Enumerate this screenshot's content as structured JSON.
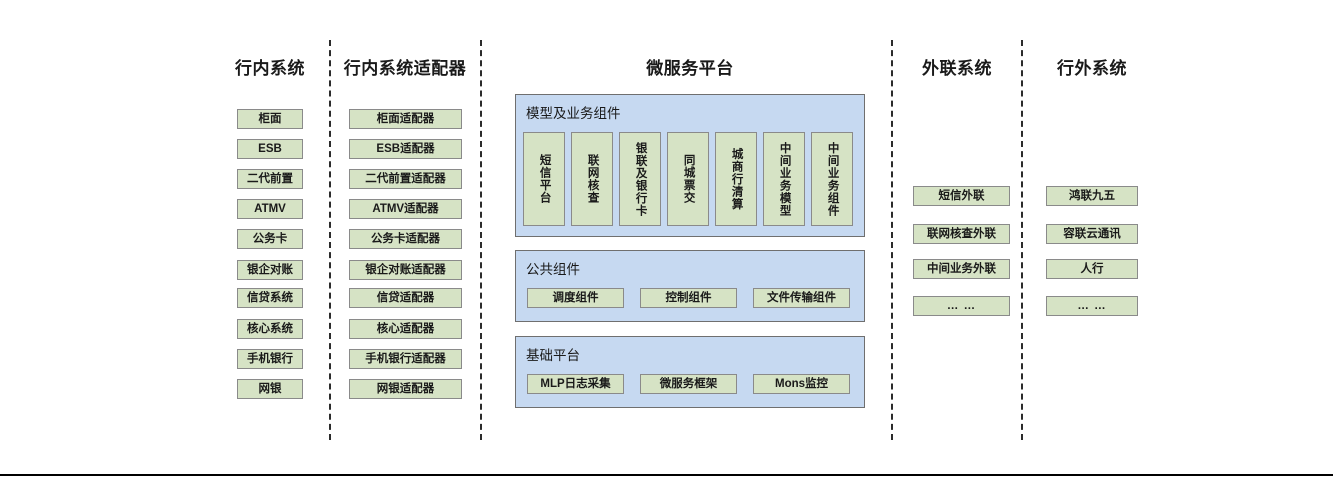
{
  "diagram": {
    "columns": [
      {
        "id": "in-bank-systems",
        "title": "行内系统",
        "items": [
          "柜面",
          "ESB",
          "二代前置",
          "ATMV",
          "公务卡",
          "银企对账",
          "信贷系统",
          "核心系统",
          "手机银行",
          "网银"
        ]
      },
      {
        "id": "in-bank-adapters",
        "title": "行内系统适配器",
        "items": [
          "柜面适配器",
          "ESB适配器",
          "二代前置适配器",
          "ATMV适配器",
          "公务卡适配器",
          "银企对账适配器",
          "信贷适配器",
          "核心适配器",
          "手机银行适配器",
          "网银适配器"
        ]
      },
      {
        "id": "microservice-platform",
        "title": "微服务平台",
        "panels": [
          {
            "id": "model-business-components",
            "title": "模型及业务组件",
            "orientation": "vertical",
            "items": [
              "短信平台",
              "联网核查",
              "银联及银行卡",
              "同城票交",
              "城商行清算",
              "中间业务模型",
              "中间业务组件"
            ]
          },
          {
            "id": "public-components",
            "title": "公共组件",
            "orientation": "horizontal",
            "items": [
              "调度组件",
              "控制组件",
              "文件传输组件"
            ]
          },
          {
            "id": "base-platform",
            "title": "基础平台",
            "orientation": "horizontal",
            "items": [
              "MLP日志采集",
              "微服务框架",
              "Mons监控"
            ]
          }
        ]
      },
      {
        "id": "external-link-systems",
        "title": "外联系统",
        "items": [
          "短信外联",
          "联网核查外联",
          "中间业务外联",
          "… …"
        ]
      },
      {
        "id": "off-bank-systems",
        "title": "行外系统",
        "items": [
          "鸿联九五",
          "容联云通讯",
          "人行",
          "… …"
        ]
      }
    ],
    "colors": {
      "node_fill": "#d6e3c5",
      "node_border": "#8a8a8a",
      "panel_fill": "#c6d9f1",
      "panel_border": "#6f6f6f",
      "divider": "#2b2b2b",
      "text": "#1a1a1a",
      "background": "#ffffff"
    }
  }
}
